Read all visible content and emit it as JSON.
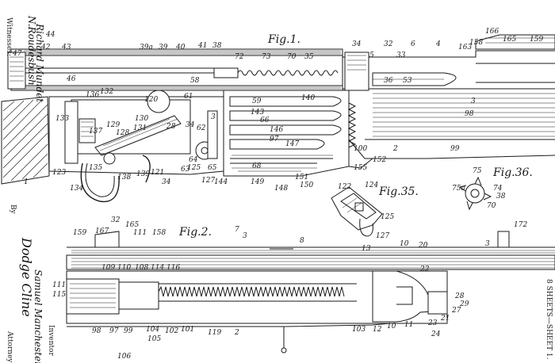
{
  "figures": {
    "fig1": "Fig.1.",
    "fig2": "Fig.2.",
    "fig35": "Fig.35.",
    "fig36": "Fig.36."
  },
  "margin": {
    "witnesses_header": "Witnesses:",
    "inventor_label": "Inventor",
    "sheet_stamp": "8 SHEETS—SHEET 1."
  },
  "signatures": {
    "witness1": "N.Roudesbush",
    "witness2": "Richard Mundet",
    "inventor_sig": "Dodge Cline",
    "attorney_sig": "Samuel Manchester"
  },
  "misc": {
    "by": "By",
    "attorney_fragment": "Attorney"
  },
  "fig1_labels": [
    {
      "id": "l47",
      "t": "47"
    },
    {
      "id": "l44",
      "t": "44"
    },
    {
      "id": "l42a",
      "t": "42"
    },
    {
      "id": "l43",
      "t": "43"
    },
    {
      "id": "l39a",
      "t": "39a"
    },
    {
      "id": "l39",
      "t": "39"
    },
    {
      "id": "l40",
      "t": "40"
    },
    {
      "id": "l41",
      "t": "41"
    },
    {
      "id": "l38",
      "t": "38"
    },
    {
      "id": "l72",
      "t": "72"
    },
    {
      "id": "l73",
      "t": "73"
    },
    {
      "id": "l70",
      "t": "70"
    },
    {
      "id": "l35",
      "t": "35"
    },
    {
      "id": "l34",
      "t": "34"
    },
    {
      "id": "l32",
      "t": "32"
    },
    {
      "id": "l5",
      "t": "5"
    },
    {
      "id": "l33",
      "t": "33"
    },
    {
      "id": "l6",
      "t": "6"
    },
    {
      "id": "l4",
      "t": "4"
    },
    {
      "id": "l163",
      "t": "163"
    },
    {
      "id": "l158",
      "t": "158"
    },
    {
      "id": "l166",
      "t": "166"
    },
    {
      "id": "l165",
      "t": "165"
    },
    {
      "id": "l159",
      "t": "159"
    },
    {
      "id": "l46",
      "t": "46"
    },
    {
      "id": "l36",
      "t": "36"
    },
    {
      "id": "l53",
      "t": "53"
    },
    {
      "id": "l58",
      "t": "58"
    },
    {
      "id": "l59",
      "t": "59"
    },
    {
      "id": "l140",
      "t": "140"
    },
    {
      "id": "l143",
      "t": "143"
    },
    {
      "id": "l66",
      "t": "66"
    },
    {
      "id": "l136",
      "t": "136"
    },
    {
      "id": "l132",
      "t": "132"
    },
    {
      "id": "l120",
      "t": "120"
    },
    {
      "id": "l61",
      "t": "61"
    },
    {
      "id": "l130",
      "t": "130"
    },
    {
      "id": "l131",
      "t": "131"
    },
    {
      "id": "l28",
      "t": "28"
    },
    {
      "id": "l34b",
      "t": "34"
    },
    {
      "id": "l133",
      "t": "133"
    },
    {
      "id": "l137",
      "t": "137"
    },
    {
      "id": "l129",
      "t": "129"
    },
    {
      "id": "l128",
      "t": "128"
    },
    {
      "id": "l62",
      "t": "62"
    },
    {
      "id": "l3",
      "t": "3"
    },
    {
      "id": "l1",
      "t": "1"
    },
    {
      "id": "l123",
      "t": "123"
    },
    {
      "id": "l134",
      "t": "134"
    },
    {
      "id": "l135",
      "t": "135"
    },
    {
      "id": "l138",
      "t": "138"
    },
    {
      "id": "l139",
      "t": "139"
    },
    {
      "id": "l121",
      "t": "121"
    },
    {
      "id": "l34c",
      "t": "34"
    },
    {
      "id": "l63",
      "t": "63"
    },
    {
      "id": "l125",
      "t": "125"
    },
    {
      "id": "l65",
      "t": "65"
    },
    {
      "id": "l64",
      "t": "64"
    },
    {
      "id": "l127",
      "t": "127"
    },
    {
      "id": "l144",
      "t": "144"
    },
    {
      "id": "l149",
      "t": "149"
    },
    {
      "id": "l148",
      "t": "148"
    },
    {
      "id": "l150",
      "t": "150"
    },
    {
      "id": "l155",
      "t": "155"
    },
    {
      "id": "l100",
      "t": "100"
    },
    {
      "id": "l2",
      "t": "2"
    },
    {
      "id": "l99",
      "t": "99"
    },
    {
      "id": "l98",
      "t": "98"
    },
    {
      "id": "l151",
      "t": "151"
    },
    {
      "id": "l146",
      "t": "146"
    },
    {
      "id": "l97",
      "t": "97"
    },
    {
      "id": "l147",
      "t": "147"
    },
    {
      "id": "l3b",
      "t": "3"
    },
    {
      "id": "l68",
      "t": "68"
    },
    {
      "id": "l152",
      "t": "152"
    }
  ],
  "fig2_labels": [
    {
      "id": "m32",
      "t": "32"
    },
    {
      "id": "m165",
      "t": "165"
    },
    {
      "id": "m159",
      "t": "159"
    },
    {
      "id": "m167",
      "t": "167"
    },
    {
      "id": "m111",
      "t": "111"
    },
    {
      "id": "m158",
      "t": "158"
    },
    {
      "id": "m7",
      "t": "7"
    },
    {
      "id": "m3",
      "t": "3"
    },
    {
      "id": "m8",
      "t": "8"
    },
    {
      "id": "m10",
      "t": "10"
    },
    {
      "id": "m20",
      "t": "20"
    },
    {
      "id": "m3b",
      "t": "3"
    },
    {
      "id": "m172",
      "t": "172"
    },
    {
      "id": "m13",
      "t": "13"
    },
    {
      "id": "m22",
      "t": "22"
    },
    {
      "id": "m111b",
      "t": "111"
    },
    {
      "id": "m115",
      "t": "115"
    },
    {
      "id": "m28",
      "t": "28"
    },
    {
      "id": "m29",
      "t": "29"
    },
    {
      "id": "m27",
      "t": "27"
    },
    {
      "id": "m21",
      "t": "21"
    },
    {
      "id": "m23",
      "t": "23"
    },
    {
      "id": "m24",
      "t": "24"
    },
    {
      "id": "m98",
      "t": "98"
    },
    {
      "id": "m97",
      "t": "97"
    },
    {
      "id": "m99",
      "t": "99"
    },
    {
      "id": "m104",
      "t": "104"
    },
    {
      "id": "m105",
      "t": "105"
    },
    {
      "id": "m102",
      "t": "102"
    },
    {
      "id": "m101",
      "t": "101"
    },
    {
      "id": "m119",
      "t": "119"
    },
    {
      "id": "m2",
      "t": "2"
    },
    {
      "id": "m103",
      "t": "103"
    },
    {
      "id": "m12",
      "t": "12"
    },
    {
      "id": "m11",
      "t": "11"
    },
    {
      "id": "m106",
      "t": "106"
    },
    {
      "id": "m109",
      "t": "109"
    },
    {
      "id": "m110",
      "t": "110"
    },
    {
      "id": "m108",
      "t": "108"
    },
    {
      "id": "m114",
      "t": "114"
    },
    {
      "id": "m116",
      "t": "116"
    },
    {
      "id": "m10b",
      "t": "10"
    }
  ],
  "fig35_labels": [
    {
      "id": "n122",
      "t": "122"
    },
    {
      "id": "n124",
      "t": "124"
    },
    {
      "id": "n125",
      "t": "125"
    },
    {
      "id": "n127",
      "t": "127"
    }
  ],
  "fig36_labels": [
    {
      "id": "p75",
      "t": "75"
    },
    {
      "id": "p75a",
      "t": "75a"
    },
    {
      "id": "p74",
      "t": "74"
    },
    {
      "id": "p38",
      "t": "38"
    },
    {
      "id": "p70",
      "t": "70"
    }
  ]
}
